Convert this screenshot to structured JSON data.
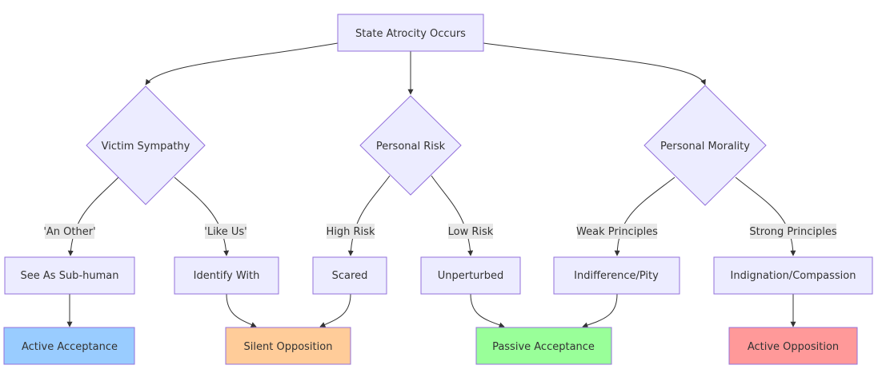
{
  "nodes": {
    "root": "State Atrocity Occurs",
    "victim_sympathy": "Victim Sympathy",
    "personal_risk": "Personal Risk",
    "personal_morality": "Personal Morality",
    "see_as_subhuman": "See As Sub-human",
    "identify_with": "Identify With",
    "scared": "Scared",
    "unperturbed": "Unperturbed",
    "indifference_pity": "Indifference/Pity",
    "indignation_compassion": "Indignation/Compassion",
    "active_acceptance": "Active Acceptance",
    "silent_opposition": "Silent Opposition",
    "passive_acceptance": "Passive Acceptance",
    "active_opposition": "Active Opposition"
  },
  "edge_labels": {
    "an_other": "'An Other'",
    "like_us": "'Like Us'",
    "high_risk": "High Risk",
    "low_risk": "Low Risk",
    "weak_principles": "Weak Principles",
    "strong_principles": "Strong Principles"
  },
  "colors": {
    "default_fill": "#ECECFF",
    "default_stroke": "#9370DB",
    "active_acceptance": "#99CCFF",
    "silent_opposition": "#FFCC99",
    "passive_acceptance": "#99FF99",
    "active_opposition": "#FF9999",
    "edge": "#333333",
    "label_bg": "#E8E8E8"
  }
}
